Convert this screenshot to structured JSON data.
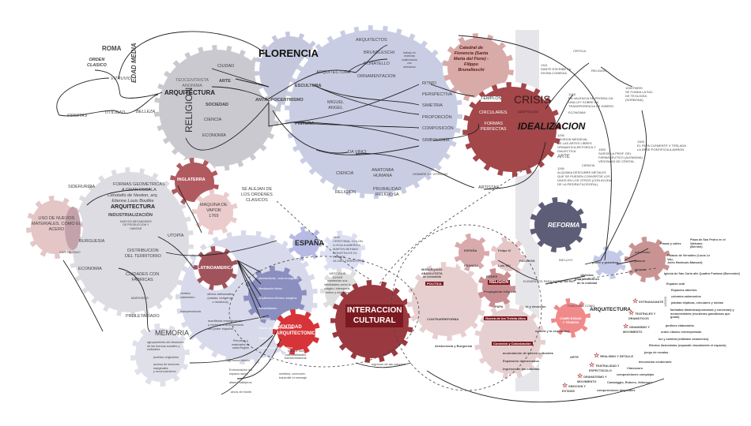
{
  "labels": {
    "roma": "ROMA",
    "orden_clasico": "ORDEN\nCLASICO",
    "vitruvio": "VITRUVIO",
    "firmitas": "FIRMITAS",
    "utilidad": "UTILIDAD",
    "belleza": "BELLEZA",
    "edad_media": "EDAD MEDIA",
    "teocentrista": "TEOCENTRISTA\nANONIMA",
    "arquitectura_med": "ARQUITECTURA",
    "religion_big": "RELIGION",
    "ciudad": "CIUDAD",
    "arte": "ARTE",
    "sociedad": "SOCIEDAD",
    "ciencia": "CIENCIA",
    "economia": "ECONOMÍA",
    "florencia": "FLORENCIA",
    "antropocentrismo": "ANTROPOCENTRISMO",
    "escultura": "ESCULTURA",
    "pintura": "PINTURA",
    "arquitectos": "ARQUITECTOS",
    "arquitectura_f": "ARQUITECTURA",
    "brunelleschi": "BRUNELESCHI",
    "donatello": "DONATELLO",
    "ornamentacion": "ORNAMENTACION",
    "trabajo": "trabajo en\nestrecha\ncolaboración\ncon\nartesanos",
    "miguel_angel": "MIGUEL\nANGEL",
    "ritmo": "RITMO",
    "perspectiva": "PERSPECTIVA",
    "simetria": "SIMETRIA",
    "proporcion": "PROPORCIÓN",
    "composicion": "COMPOSICIÓN",
    "simbologia": "SIMBOLOGÍA",
    "da_vinci": "DA VINCI",
    "ciencia_f": "CIENCIA",
    "anatomia": "ANATOMIA\nHUMANA",
    "religion_f": "RELIGION",
    "pluralidad": "PRURALIDAD\nRELIGIOSA",
    "hombre_vitruvio": "HOMBRE DE VITRUVIO",
    "artistas": "ARTISTAS",
    "catedral": "Catedral de\nFlorencia (Santa\nMaria del Fiore) -\nFilippo\nBrunelleschi",
    "templos": "TEMPLOS",
    "circulares": "CIRCULARES",
    "formas_perfectas": "FORMAS\nPERFECTAS",
    "crisis": "CRISIS",
    "adaptacion": "ADAPTACION",
    "idealizacion": "IDEALIZACION",
    "critica": "CRITICA",
    "religion_r": "RELIGION",
    "e1311": "1311\nDANTE ESCRIBE LA\nDIVINA COMEDIA",
    "e1318": "1318\nEN VALENCIA SE PROMULGA\nUNA LEY SOBRE LA\nTRANSPERENCIA DE DINERO",
    "economia_r": "ECONOMIA",
    "e1254": "1254 PARIS\nSE FUNDA LA FAC.\nDE TEOLOGÍA\n(SORBONA)",
    "e1250": "1250\nDIVISION MEDIEVAL\nDE LAS ARTES LIBRES\nGRAMATICA,RETORICA Y\nDIALECTICA",
    "arte_r": "ARTE",
    "e1300": "1300\nSURGE LA PROF. DEL\nFARMACEUTICO (ALEMANIA)\nVENTANAS DE CRISTAL",
    "ciencia_r": "CIENCIA",
    "e1260": "1260\nALQUIMIA DESCUBRE METALES\nQUE SE PUEDEN CONVERTIR LOS\nUNOS EN LOS OTROS (CON AYUDA\nDE LA PIEDRA FILOSOFAL)",
    "e1309": "1309\nEL PAPA CLEMENTE V TRSLADA\nLA SEDE PONTIFICIA A AVIÑON",
    "inglaterra": "INGLATERRA",
    "maquina": "MAQUINA DE\nVAPOR\n1769",
    "se_alejan": "SE ALEJAN DE\nLOS ORDENES\nCLASICOS",
    "siderurgia": "SIDERURGIA",
    "formas_geo": "FORMAS GEOMETRICAS\nA GRAN ESCALA",
    "cenotafio": "Cenotafio de Newton, arq.\nEtienne Louis Boullée",
    "arquitectura_i": "ARQUITECTURA",
    "industrializacion": "INDUSTRIALIZACIÓN",
    "nuevos_mecanismos": "NUEVOS MECANISMOS\nDE PRODUCCION Y\nHABITAR",
    "uso_materiales": "USO DE NUEVOS\nMATERIALES, COMO EL\nACERO",
    "burguesia": "BURGUESIA",
    "capitalismo": "CAPITALISMO",
    "economia_i": "ECONOMIA",
    "distribucion": "DISTRIBUCION\nDEL TERRITORIO",
    "utopia": "UTOPÍA",
    "ciudades": "CIUDADES CON\nFABRICAS",
    "marxismo": "MARXISMO",
    "proletariado": "PROLETARIADO",
    "latinoamerica": "LATINOAMERICA",
    "lat_items": [
      "asentamiento - todo es sagrado",
      "Mestización étnica",
      "Arquitectura efímera, sangrina",
      "Sensibilidades",
      "Escultura",
      "Dioses, gnomos y cofradías",
      "Diseño",
      "Pintura mural o en retablos",
      "Cuadros de jeroglíficos"
    ],
    "relativo": "relativo\nclasicismo",
    "oficios": "oficios artesanales\n(castas, indígenas\no mestizos)",
    "independencia": "independencia",
    "manifiesta": "manifiesta resentimiento\ny rechazo a la burocracia\ndel poder español",
    "espana": "ESPAÑA",
    "e1492": "1492\nCRISTOBAL COLON\nLLEGA A AMERICA\nMARTIN BEHAIM\nCONSTRUYE EL\nPRIMER\nGLOBO TERRESTRE",
    "mestizaje": "MESTIZAJE\nJUGAR\nmantenían sus\nidentidades como lo\nmágico, intemporal,\nmítico y simbólico",
    "interaccion": "INTERACCION\nCULTURAL",
    "identidad": "IDENTIDAD\nARQUITECTONICA",
    "memoria": "MEMORIA",
    "memoria_desc": "agrupamiento del desarrollo\nde las fuerzas sociales y\nculturales",
    "pueblos": "pueblos originarios",
    "acceso": "acceso de sectores\nmarginales\ny reconocimiento",
    "recursos": "Recursos y\nmateriales de\ncada Región",
    "fachadas": "fachadas retablo",
    "entronizacion": "Entronización del\nespacio sacro",
    "altares": "altares callejeros",
    "arcos": "arcos de triunfo",
    "mostrar": "Mostrar sus\npotencialidades\ntransformadoras",
    "sentidos": "sentidos, conmover,\ntransmitir el mensaje",
    "ingresos_col": "ingresos de las colonias",
    "reforma": "REFORMA",
    "monarquias": "MONARQUIAS\nABSOLUTISTA\nse consolida",
    "politica": "POLITICA",
    "espana_b": "ESPAÑA",
    "francia": "FRANCIA",
    "felipe": "Felipe IV",
    "luis": "Luis XIV",
    "religion_b": "RELIGION",
    "poder_b": "PODER",
    "propaganda": "Propaganda religiosa",
    "contrarreforma": "CONTRARREFORMA",
    "papa": "PAPA",
    "fe": "fe y devoción",
    "guerra": "Guerra de los Treinta Años",
    "cultura": "cultura y lo economico",
    "conexion": "Conexión y Colonización",
    "aristocracia": "Aristocracia y Burguesía",
    "acumulacion": "acumulación de bienes culturales",
    "expansion": "Expansión de mercados",
    "ingresos": "ingresos de las colonias",
    "influyo": "INFLUYO",
    "elementos": "ELEMENTOS PARA INTERPRETAR",
    "distintas": "distintas\ninterpretaciones\nde la realidad",
    "funciona": "FUNCIONA COMO",
    "arquitectura_b": "ARQUITECTURA",
    "complejidad": "COMPLEJIDAD\nY TENSION",
    "arte_b": "ARTE",
    "poder_grandeza": "poder y grandeza",
    "urbanismo": "urbanismo",
    "palacio": "palacio",
    "iglesias": "iglesias",
    "plazas": "Plazas y calles",
    "plaza_pedro": "Plaza de San Pedro en el\nVaticano\n(Bernini)",
    "versalles": "Palacio de Versalles (Louis Le\nVau,\nJules Hardouin-Mansart)",
    "carlo": "Iglesia de San Carlo alle Quattro Fontane (Borromini)",
    "logos": "LOGOS",
    "features": [
      "Espacio oval",
      "Espacios abiertos",
      "columna salomonica",
      "plantas elípticas, circulares y mixtas",
      "fachadas dinámicas(concavas y convexas) y\nmonumentales (escaleras grandiosas que\nguían)",
      "jardines elaborados",
      "orden clásico reinterpretado",
      "luz y sombra (enfatizar volúmenes)",
      "Efectos ilusionistas (expandir visualmente el espacio)",
      "juego de escalas",
      "decoración exuberante",
      "Claroscuro",
      "composiciones complejas",
      "Caravaggio, Rubens, Velázquez",
      "composiciones diagonales"
    ],
    "stars": [
      "EXTRAVAGANTE",
      "TEATRALES Y\nDRAMÁTICOS",
      "DINAMISMO Y\nMOVIMIENTO",
      "REALISMO Y DETALLE",
      "TEATRALIDAD Y\nESPECTÁCULO",
      "DRAMATISMO Y\nMOVIMIENTO",
      "EMOCION Y\nEXTASIS"
    ]
  },
  "colors": {
    "gray": "#c9c9cf",
    "blue": "#c8cce3",
    "darkred": "#a3474a",
    "pink": "#e4c6c7",
    "red": "#d63438"
  }
}
